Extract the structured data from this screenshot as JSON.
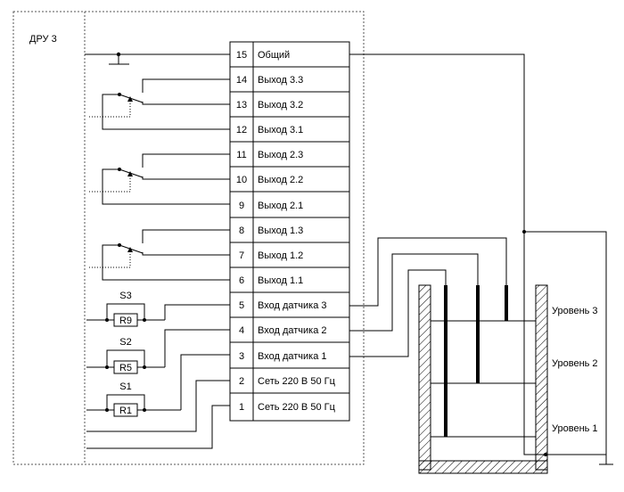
{
  "device": {
    "title": "ДРУ 3"
  },
  "terminals": [
    {
      "num": "15",
      "label": "Общий"
    },
    {
      "num": "14",
      "label": "Выход 3.3"
    },
    {
      "num": "13",
      "label": "Выход 3.2"
    },
    {
      "num": "12",
      "label": "Выход 3.1"
    },
    {
      "num": "11",
      "label": "Выход 2.3"
    },
    {
      "num": "10",
      "label": "Выход 2.2"
    },
    {
      "num": "9",
      "label": "Выход 2.1"
    },
    {
      "num": "8",
      "label": "Выход 1.3"
    },
    {
      "num": "7",
      "label": "Выход 1.2"
    },
    {
      "num": "6",
      "label": "Выход 1.1"
    },
    {
      "num": "5",
      "label": "Вход датчика 3"
    },
    {
      "num": "4",
      "label": "Вход датчика 2"
    },
    {
      "num": "3",
      "label": "Вход датчика 1"
    },
    {
      "num": "2",
      "label": "Сеть 220 В 50 Гц"
    },
    {
      "num": "1",
      "label": "Сеть 220 В 50 Гц"
    }
  ],
  "switches": [
    {
      "switch_label": "S3",
      "resistor_label": "R9"
    },
    {
      "switch_label": "S2",
      "resistor_label": "R5"
    },
    {
      "switch_label": "S1",
      "resistor_label": "R1"
    }
  ],
  "levels": [
    {
      "label": "Уровень 3"
    },
    {
      "label": "Уровень 2"
    },
    {
      "label": "Уровень 1"
    }
  ]
}
